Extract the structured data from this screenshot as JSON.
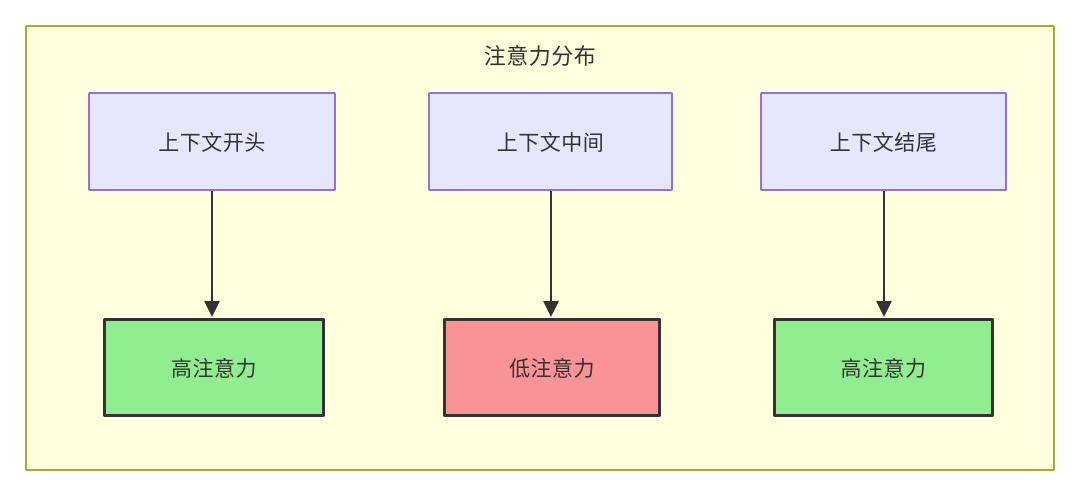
{
  "diagram": {
    "title": "注意力分布",
    "container": {
      "fill": "#ffffde",
      "stroke": "#aaaa33"
    },
    "columns": [
      {
        "source": {
          "label": "上下文开头",
          "fill": "#e6e6fd",
          "stroke": "#9370db"
        },
        "target": {
          "label": "高注意力",
          "fill": "#90ee90",
          "stroke": "#333333"
        },
        "edge": {
          "color": "#333333",
          "arrow": "arrow-down-icon"
        }
      },
      {
        "source": {
          "label": "上下文中间",
          "fill": "#e6e6fd",
          "stroke": "#9370db"
        },
        "target": {
          "label": "低注意力",
          "fill": "#fa9398",
          "stroke": "#333333"
        },
        "edge": {
          "color": "#333333",
          "arrow": "arrow-down-icon"
        }
      },
      {
        "source": {
          "label": "上下文结尾",
          "fill": "#e6e6fd",
          "stroke": "#9370db"
        },
        "target": {
          "label": "高注意力",
          "fill": "#90ee90",
          "stroke": "#333333"
        },
        "edge": {
          "color": "#333333",
          "arrow": "arrow-down-icon"
        }
      }
    ]
  }
}
